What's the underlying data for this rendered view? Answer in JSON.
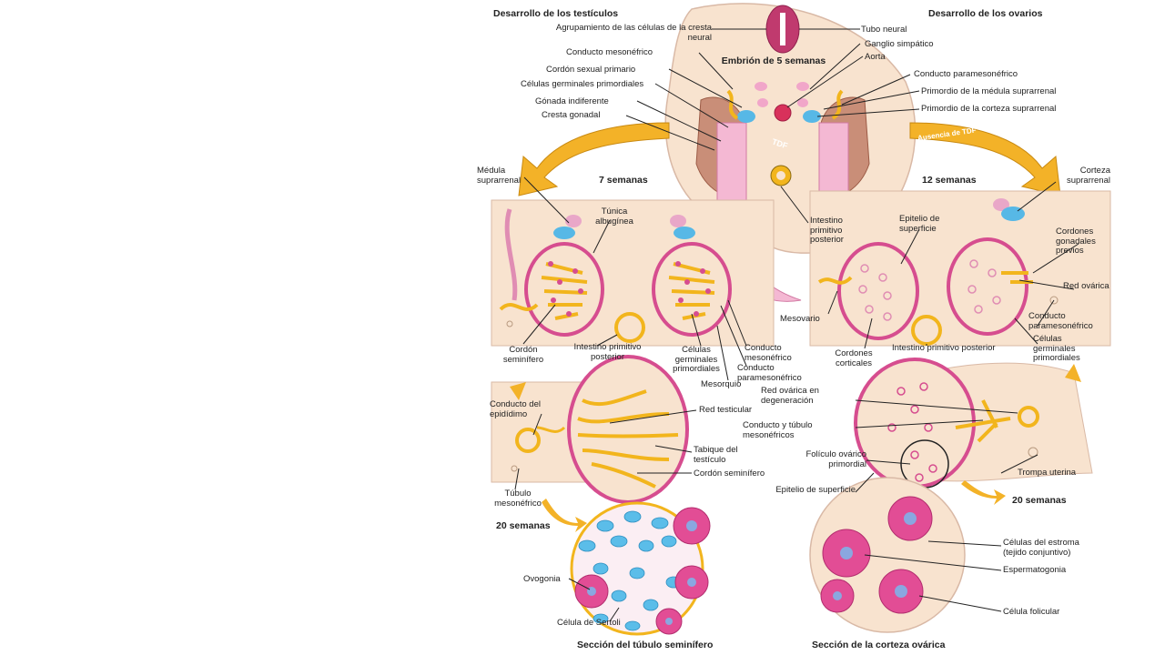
{
  "diagram": {
    "headers": {
      "testes": "Desarrollo de los testículos",
      "ovaries": "Desarrollo de los ovarios",
      "embryo": "Embrión de 5 semanas"
    },
    "arrows": {
      "tdf": "TDF",
      "no_tdf": "Ausencia de TDF"
    },
    "stages": {
      "week7": "7 semanas",
      "week12": "12 semanas",
      "week20_left": "20 semanas",
      "week20_right": "20 semanas"
    },
    "labels": {
      "neural_crest": "Agrupamiento de las células de la cresta neural",
      "neural_tube": "Tubo neural",
      "mesonephric_duct_top": "Conducto mesonéfrico",
      "sympathetic_ganglion": "Ganglio simpático",
      "aorta": "Aorta",
      "primary_sex_cord": "Cordón sexual primario",
      "paramesonephric_duct_top": "Conducto paramesonéfrico",
      "primordial_germ_cells": "Células germinales primordiales",
      "adrenal_medulla_primordium": "Primordio de la médula suprarrenal",
      "indifferent_gonad": "Gónada indiferente",
      "adrenal_cortex_primordium": "Primordio de la corteza suprarrenal",
      "gonadal_ridge": "Cresta gonadal",
      "adrenal_medulla": "Médula suprarrenal",
      "adrenal_cortex": "Corteza suprarrenal",
      "tunica_albuginea": "Túnica albugínea",
      "hindgut_center": "Intestino primitivo posterior",
      "surface_epithelium_top": "Epitelio de superficie",
      "previous_cords": "Cordones gonadales previos",
      "rete_ovarii": "Red ovárica",
      "mesovarium": "Mesovario",
      "seminiferous_cord_left": "Cordón seminífero",
      "hindgut_left": "Intestino primitivo posterior",
      "germ_cells_left": "Células germinales primordiales",
      "mesonephric_duct_mid": "Conducto mesonéfrico",
      "paramesonephric_duct_mid": "Conducto paramesonéfrico",
      "mesorchium": "Mesorquio",
      "cortical_cords": "Cordones corticales",
      "hindgut_right": "Intestino primitivo posterior",
      "paramesonephric_duct_right": "Conducto paramesonéfrico",
      "germ_cells_right": "Células germinales primordiales",
      "epididymis_duct": "Conducto del epidídimo",
      "rete_testis": "Red testicular",
      "degenerating_rete": "Red ovárica en degeneración",
      "mesonephric_duct_tubule": "Conducto y túbulo mesonéfricos",
      "testis_septum": "Tabique del testículo",
      "seminiferous_cord_bottom": "Cordón seminífero",
      "primordial_follicle": "Folículo ovárico primordial",
      "mesonephric_tubule": "Túbulo mesonéfrico",
      "surface_epithelium_bottom": "Epitelio de superficie",
      "uterine_tube": "Trompa uterina",
      "oogonia": "Ovogonia",
      "stroma_cells": "Células del estroma (tejido conjuntivo)",
      "spermatogonia": "Espermatogonia",
      "sertoli_cell": "Célula de Sertoli",
      "follicular_cell": "Célula folicular"
    },
    "captions": {
      "seminiferous_section": "Sección del túbulo seminífero",
      "ovarian_cortex_section": "Sección de la corteza ovárica"
    },
    "colors": {
      "tissue": "#f8e3cf",
      "outline": "#e08db3",
      "pink_fill": "#e9a7c8",
      "magenta": "#d64d8f",
      "yellow": "#f2b51d",
      "blue": "#57b8e6",
      "arrow": "#f3b228",
      "muscle": "#b8715a"
    }
  }
}
